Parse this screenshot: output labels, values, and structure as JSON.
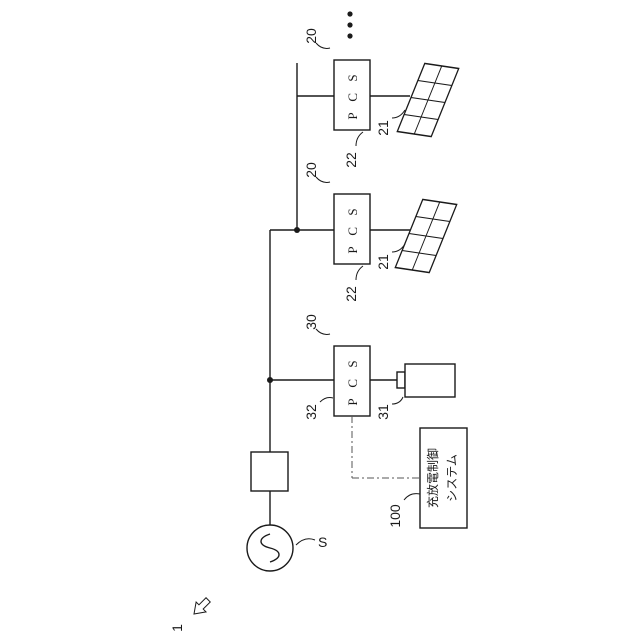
{
  "figure_label": "1",
  "source_label": "S",
  "pcs_label": "P C S",
  "units": {
    "pv_upper": "20",
    "pv_lower": "20",
    "battery": "30"
  },
  "parts": {
    "pv_panel_upper": "21",
    "pcs_upper": "22",
    "pv_panel_lower": "21",
    "pcs_lower": "22",
    "battery": "31",
    "pcs_battery": "32"
  },
  "controller": {
    "ref": "100",
    "line1": "充放電制御",
    "line2": "システム"
  },
  "continuation": "…"
}
